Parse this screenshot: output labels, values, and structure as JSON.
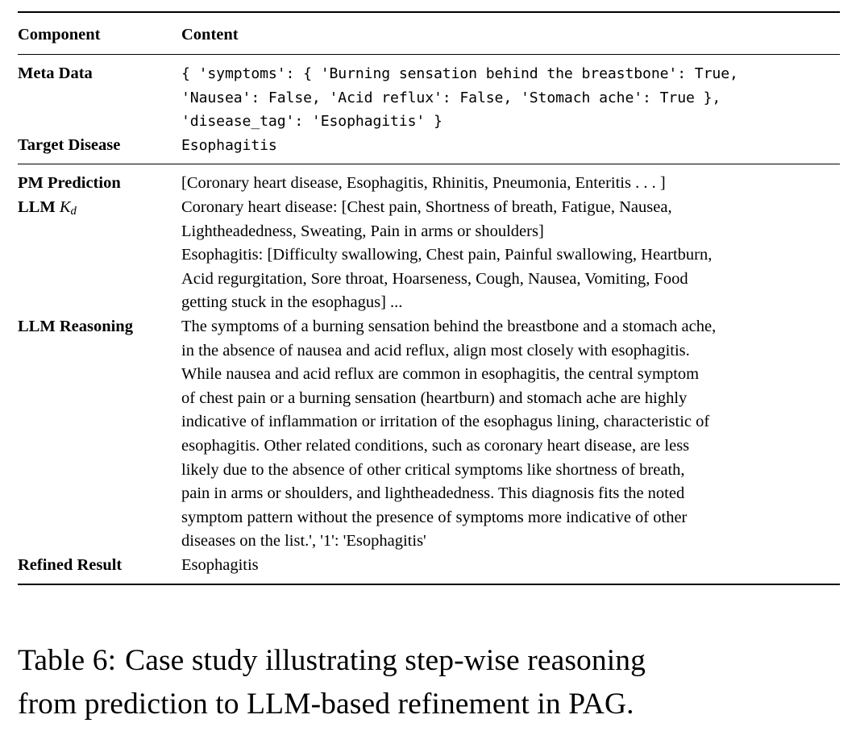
{
  "table": {
    "header": {
      "col1": "Component",
      "col2": "Content"
    },
    "sections": [
      {
        "rows": [
          {
            "label": "Meta Data",
            "style": "mono",
            "lines": [
              "{ 'symptoms': { 'Burning sensation behind the breastbone': True,",
              "'Nausea': False, 'Acid reflux': False, 'Stomach ache': True },",
              "'disease_tag': 'Esophagitis' }"
            ]
          },
          {
            "label": "Target Disease",
            "style": "mono",
            "lines": [
              "Esophagitis"
            ]
          }
        ]
      },
      {
        "rows": [
          {
            "label": "PM Prediction",
            "label2_prefix": "LLM ",
            "label2_math": "K",
            "label2_sub": "d",
            "style": "serif",
            "lines": [
              "[Coronary heart disease, Esophagitis, Rhinitis, Pneumonia, Enteritis . . . ]",
              "Coronary heart disease: [Chest pain, Shortness of breath, Fatigue, Nausea,",
              "Lightheadedness, Sweating, Pain in arms or shoulders]",
              "Esophagitis: [Difficulty swallowing, Chest pain, Painful swallowing, Heartburn,",
              "Acid regurgitation, Sore throat, Hoarseness, Cough, Nausea, Vomiting, Food",
              "getting stuck in the esophagus] ..."
            ]
          },
          {
            "label": "LLM Reasoning",
            "style": "serif",
            "lines": [
              "The symptoms of a burning sensation behind the breastbone and a stomach ache,",
              "in the absence of nausea and acid reflux, align most closely with esophagitis.",
              "While nausea and acid reflux are common in esophagitis, the central symptom",
              "of chest pain or a burning sensation (heartburn) and stomach ache are highly",
              "indicative of inflammation or irritation of the esophagus lining, characteristic of",
              "esophagitis. Other related conditions, such as coronary heart disease, are less",
              "likely due to the absence of other critical symptoms like shortness of breath,",
              "pain in arms or shoulders, and lightheadedness. This diagnosis fits the noted",
              "symptom pattern without the presence of symptoms more indicative of other",
              "diseases on the list.', '1': 'Esophagitis'"
            ]
          },
          {
            "label": "Refined Result",
            "style": "serif",
            "lines": [
              "Esophagitis"
            ]
          }
        ]
      }
    ]
  },
  "caption": {
    "line1_label": "Table 6:",
    "line1_text": "Case study illustrating step-wise reasoning",
    "line2_text": "from prediction to LLM-based refinement in PAG."
  }
}
